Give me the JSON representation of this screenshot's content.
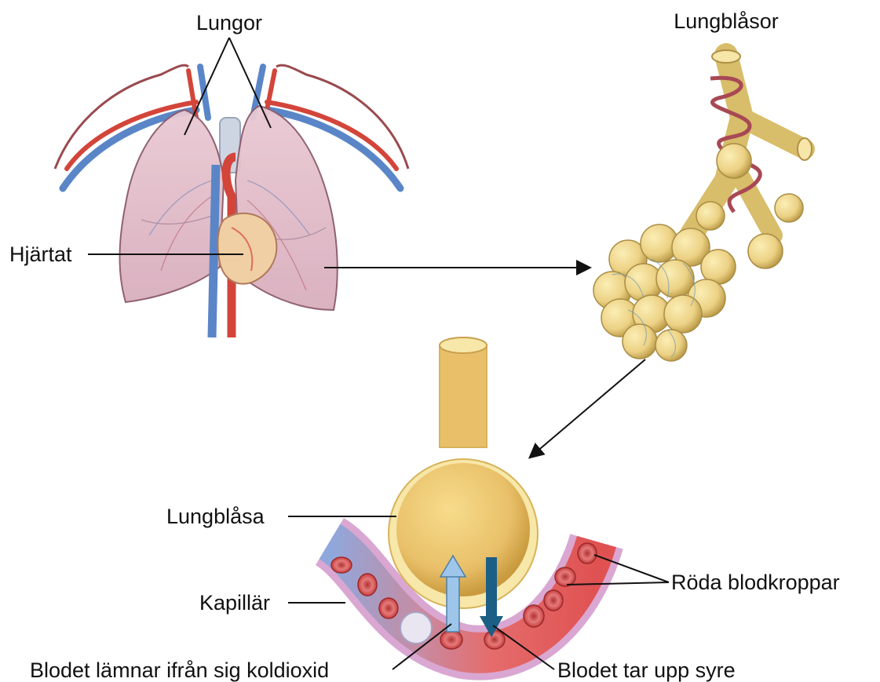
{
  "labels": {
    "lungs": "Lungor",
    "alveoli": "Lungblåsor",
    "heart": "Hjärtat",
    "alveolus": "Lungblåsa",
    "capillary": "Kapillär",
    "red_blood_cells": "Röda blodkroppar",
    "co2_release": "Blodet lämnar ifrån sig koldioxid",
    "o2_uptake": "Blodet tar upp syre"
  },
  "colors": {
    "lung_fill": "#e3c2cc",
    "lung_vessel_red": "#d3453a",
    "lung_vessel_blue": "#5a86c8",
    "heart_fill": "#f1cfa4",
    "alveolus_fill": "#e9c069",
    "alveolus_rim": "#f7e7a8",
    "capillary_wall": "#d9a7d2",
    "blood_red": "#d85455",
    "blood_blue": "#8aa6d9",
    "arrow_light_blue": "#9dc6ea",
    "arrow_dark_blue": "#1c5f86",
    "leader_line": "#111111"
  }
}
